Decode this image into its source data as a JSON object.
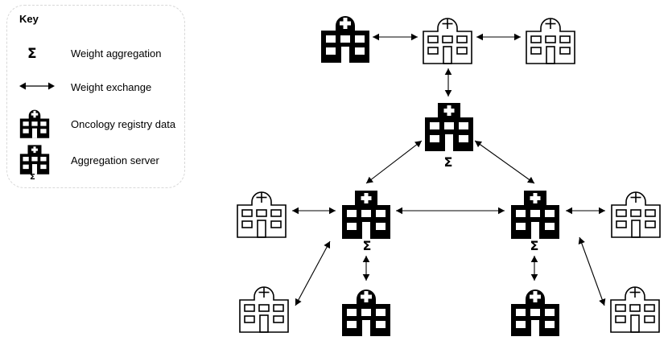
{
  "key": {
    "title": "Key",
    "items": [
      {
        "icon": "sigma-icon",
        "label": "Weight aggregation"
      },
      {
        "icon": "double-arrow-icon",
        "label": "Weight exchange"
      },
      {
        "icon": "hospital-filled-icon",
        "label": "Oncology registry data"
      },
      {
        "icon": "aggregation-server-icon",
        "label": "Aggregation server"
      }
    ],
    "sigma_symbol": "Σ"
  },
  "nodes": [
    {
      "id": "top-left",
      "kind": "registry"
    },
    {
      "id": "top-center",
      "kind": "outline-hospital"
    },
    {
      "id": "top-right",
      "kind": "outline-hospital"
    },
    {
      "id": "center",
      "kind": "aggregation-server"
    },
    {
      "id": "mid-left",
      "kind": "aggregation-server"
    },
    {
      "id": "mid-right",
      "kind": "aggregation-server"
    },
    {
      "id": "far-left",
      "kind": "outline-hospital"
    },
    {
      "id": "far-right",
      "kind": "outline-hospital"
    },
    {
      "id": "bottom-left-outline",
      "kind": "outline-hospital"
    },
    {
      "id": "bottom-left-registry",
      "kind": "registry"
    },
    {
      "id": "bottom-right-registry",
      "kind": "registry"
    },
    {
      "id": "bottom-right-outline",
      "kind": "outline-hospital"
    }
  ],
  "edges": [
    [
      "top-left",
      "top-center"
    ],
    [
      "top-center",
      "top-right"
    ],
    [
      "top-center",
      "center"
    ],
    [
      "center",
      "mid-left"
    ],
    [
      "center",
      "mid-right"
    ],
    [
      "mid-left",
      "mid-right"
    ],
    [
      "far-left",
      "mid-left"
    ],
    [
      "mid-right",
      "far-right"
    ],
    [
      "mid-left",
      "bottom-left-registry"
    ],
    [
      "mid-left",
      "bottom-left-outline"
    ],
    [
      "mid-right",
      "bottom-right-registry"
    ],
    [
      "mid-right",
      "bottom-right-outline"
    ]
  ],
  "colors": {
    "ink": "#000000",
    "paper": "#ffffff",
    "key_border": "#d8d8d8"
  }
}
